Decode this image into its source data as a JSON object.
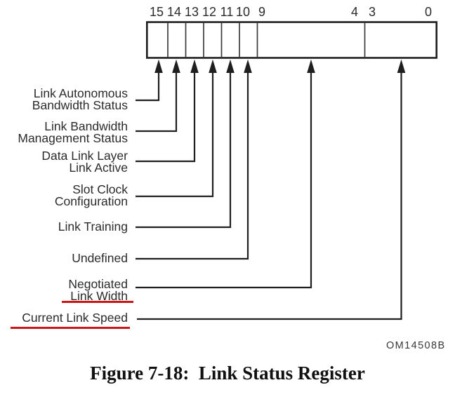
{
  "figure": {
    "caption": "Figure 7-18:  Link Status Register",
    "watermark": "OM14508B"
  },
  "register": {
    "bit_labels": [
      "15",
      "14",
      "13",
      "12",
      "11",
      "10",
      "9",
      "4",
      "3",
      "0"
    ]
  },
  "callouts": [
    {
      "bits": "15",
      "label": "Link Autonomous\nBandwidth Status"
    },
    {
      "bits": "14",
      "label": "Link Bandwidth\nManagement Status"
    },
    {
      "bits": "13",
      "label": "Data Link Layer\nLink Active"
    },
    {
      "bits": "12",
      "label": "Slot Clock\nConfiguration"
    },
    {
      "bits": "11",
      "label": "Link Training"
    },
    {
      "bits": "10",
      "label": "Undefined"
    },
    {
      "bits": "9:4",
      "label": "Negotiated\nLink Width"
    },
    {
      "bits": "3:0",
      "label": "Current Link Speed"
    }
  ],
  "colors": {
    "line": "#1f1f1f",
    "annotation_red": "#c91616"
  }
}
